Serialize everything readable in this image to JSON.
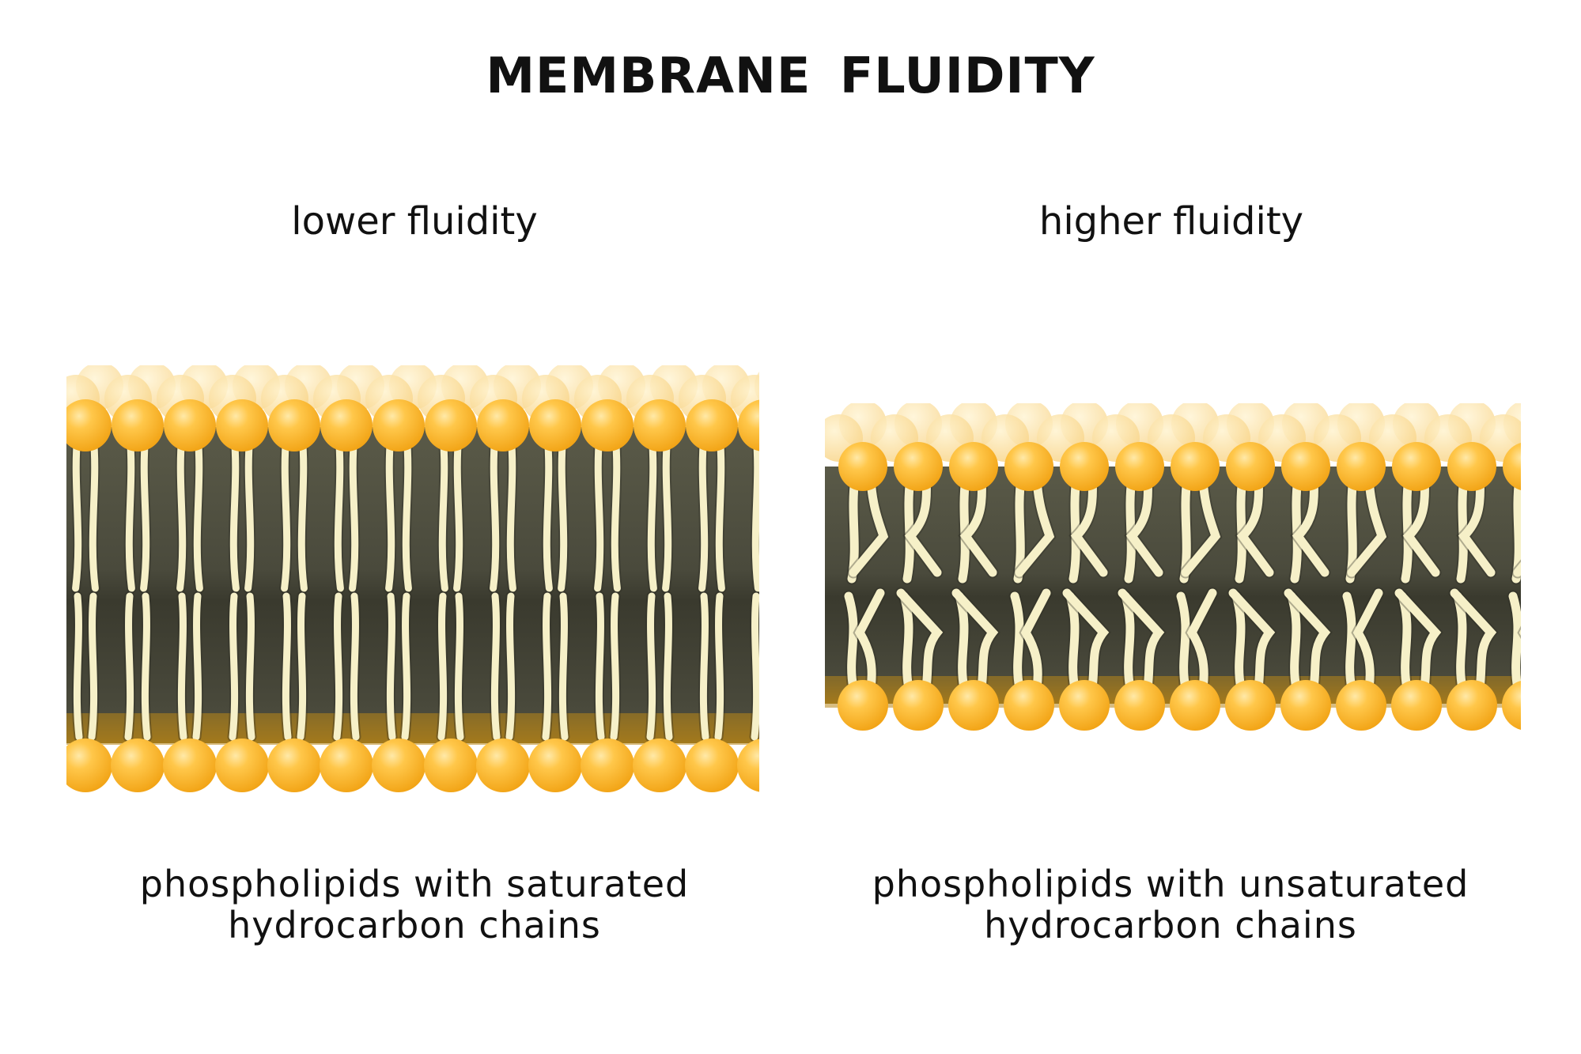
{
  "title": "MEMBRANE  FLUIDITY",
  "panels": [
    {
      "heading": "lower fluidity",
      "caption_line1": "phospholipids with saturated",
      "caption_line2": "hydrocarbon chains"
    },
    {
      "heading": "higher fluidity",
      "caption_line1": "phospholipids with unsaturated",
      "caption_line2": "hydrocarbon chains"
    }
  ],
  "colors": {
    "head": "#f2a416",
    "head_light": "#ffc74a",
    "head_back": "#f8d488",
    "core": "#4a4a3c",
    "tail": "#f6f0c8"
  },
  "icons": {
    "phospholipid_head": "orange-sphere",
    "hydrocarbon_tail": "cream-strand"
  }
}
